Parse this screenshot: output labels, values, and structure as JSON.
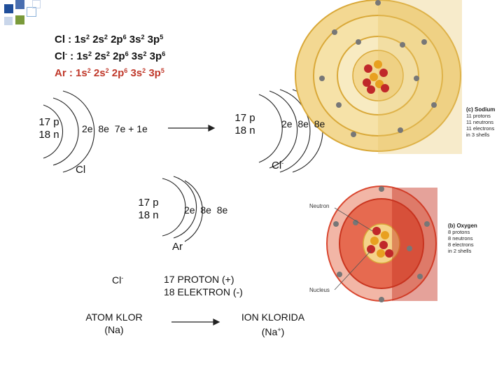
{
  "config": {
    "cl": {
      "symbol": "Cl",
      "charge": "",
      "parts": [
        [
          "1s",
          "2"
        ],
        [
          "2s",
          "2"
        ],
        [
          "2p",
          "6"
        ],
        [
          "3s",
          "2"
        ],
        [
          "3p",
          "5"
        ]
      ]
    },
    "cl_ion": {
      "symbol": "Cl",
      "charge": "-",
      "parts": [
        [
          "1s",
          "2"
        ],
        [
          "2s",
          "2"
        ],
        [
          "2p",
          "6"
        ],
        [
          "3s",
          "2"
        ],
        [
          "3p",
          "6"
        ]
      ]
    },
    "ar": {
      "symbol": "Ar",
      "charge": "",
      "parts": [
        [
          "1s",
          "2"
        ],
        [
          "2s",
          "2"
        ],
        [
          "2p",
          "6"
        ],
        [
          "3s",
          "2"
        ],
        [
          "3p",
          "5"
        ]
      ]
    },
    "ar_color": "#c0392b"
  },
  "atom1": {
    "protons": "17 p",
    "neutrons": "18 n",
    "shells": "2e  8e  7e + 1e",
    "label": "Cl"
  },
  "atom2": {
    "protons": "17 p",
    "neutrons": "18 n",
    "shells": "2e  8e  8e",
    "label": "Cl",
    "label_charge": "-"
  },
  "atom3": {
    "protons": "17 p",
    "neutrons": "18 n",
    "shells": "2e  8e  8e",
    "label": "Ar"
  },
  "summary": {
    "ion": "Cl",
    "ion_charge": "-",
    "line1": "17 PROTON (+)",
    "line2": "18 ELEKTRON (-)"
  },
  "bottom": {
    "left_l1": "ATOM KLOR",
    "left_l2": "(Na)",
    "right_l1": "ION KLORIDA",
    "right_l2_pre": "(Na",
    "right_l2_sup": "+",
    "right_l2_post": ")"
  },
  "sodium_legend": {
    "title": "(c) Sodium",
    "lines": [
      "11 protons",
      "11 neutrons",
      "11 electrons",
      "in 3 shells"
    ]
  },
  "oxygen_legend": {
    "title": "(b) Oxygen",
    "lines": [
      "8 protons",
      "8 neutrons",
      "8 electrons",
      "in 2 shells"
    ]
  },
  "pointers": {
    "neutron": "Neutron",
    "nucleus": "Nucleus"
  },
  "colors": {
    "deco_blue": "#1f4e9a",
    "deco_green": "#7a9a3a",
    "sodium_shell": "#e8b84a",
    "oxygen_shell": "#d9452e",
    "proton": "#c0282a",
    "neutron": "#e8a020"
  }
}
